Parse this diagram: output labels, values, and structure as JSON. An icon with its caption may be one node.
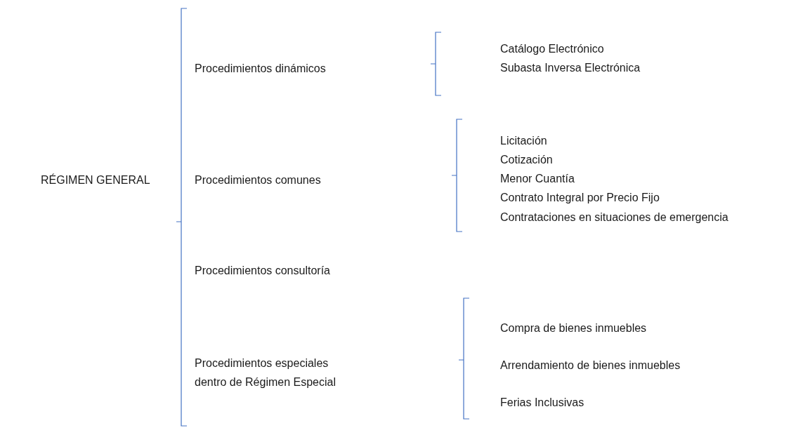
{
  "diagram": {
    "labels": [
      "RÉGIMEN GENERAL",
      "Procedimientos dinámicos",
      "Catálogo Electrónico",
      "Subasta Inversa Electrónica",
      "Procedimientos comunes",
      "Licitación",
      "Cotización",
      "Menor Cuantía",
      "Contrato Integral por Precio Fijo",
      "Contrataciones en situaciones de emergencia",
      "Procedimientos consultoría",
      "Procedimientos especiales dentro de Régimen Especial",
      "Compra de bienes inmuebles",
      "Arrendamiento de bienes inmuebles",
      "Ferias Inclusivas"
    ]
  }
}
